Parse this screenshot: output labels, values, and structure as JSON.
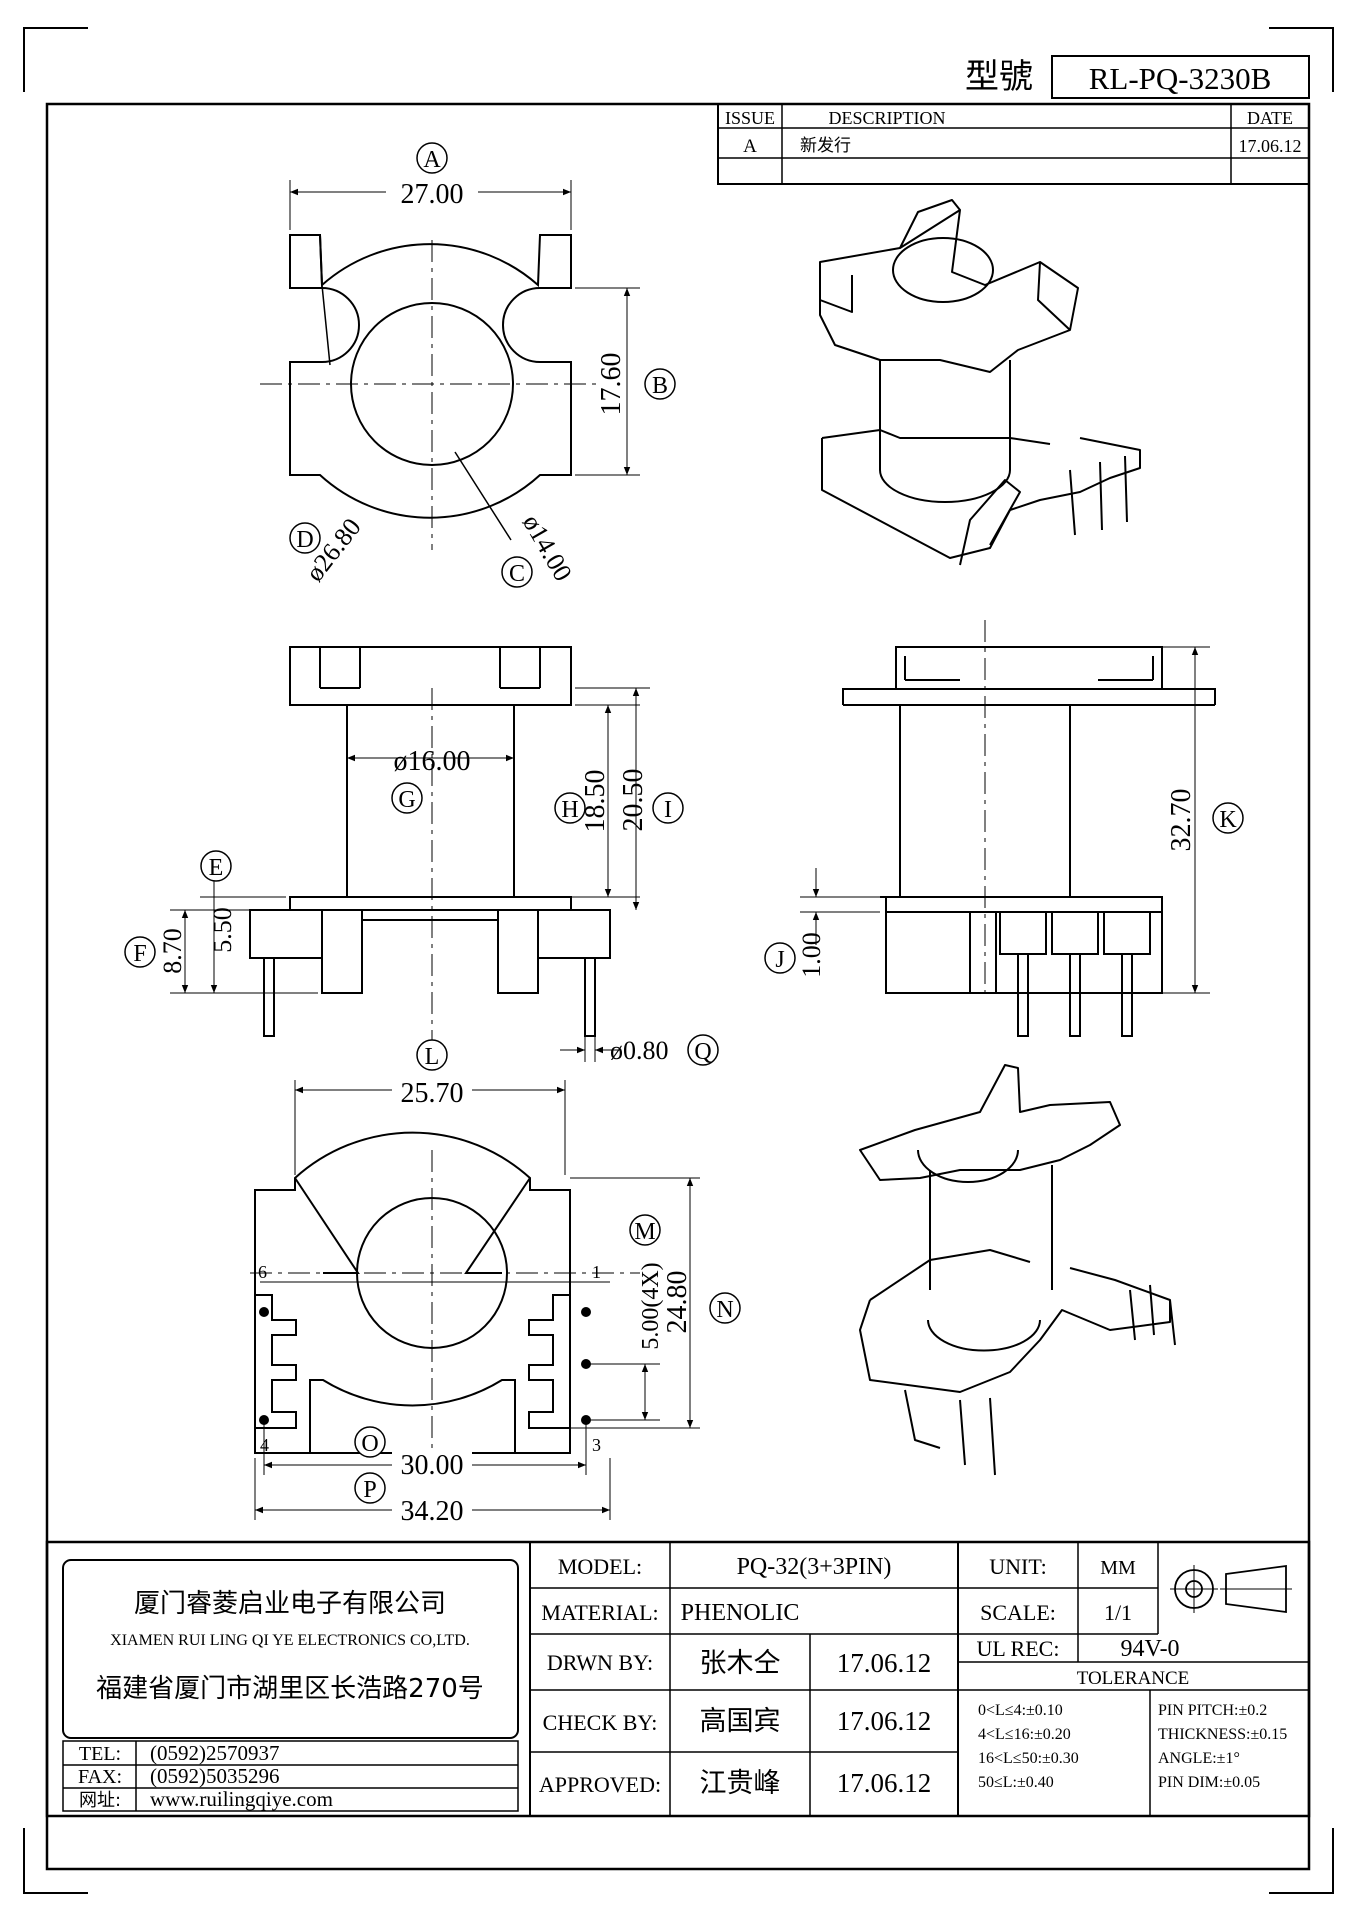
{
  "header": {
    "model_label": "型號",
    "model_no": "RL-PQ-3230B"
  },
  "revision": {
    "col_issue": "ISSUE",
    "col_description": "DESCRIPTION",
    "col_date": "DATE",
    "rows": [
      {
        "issue": "A",
        "description": "新发行",
        "date": "17.06.12"
      }
    ]
  },
  "top_view": {
    "letters": [
      "A",
      "B",
      "C",
      "D"
    ],
    "dims": {
      "A": "27.00",
      "B": "17.60",
      "C": "ø14.00",
      "D": "ø26.80"
    }
  },
  "front_view": {
    "letters": [
      "E",
      "F",
      "G",
      "H",
      "I",
      "Q"
    ],
    "dims": {
      "E": "5.50",
      "F": "8.70",
      "G": "ø16.00",
      "H": "18.50",
      "I": "20.50",
      "Q": "ø0.80"
    }
  },
  "side_view": {
    "letters": [
      "J",
      "K"
    ],
    "dims": {
      "J": "1.00",
      "K": "32.70"
    }
  },
  "bottom_view": {
    "letters": [
      "L",
      "M",
      "N",
      "O",
      "P"
    ],
    "dims": {
      "L": "25.70",
      "M": "5.00(4X)",
      "N": "24.80",
      "O": "30.00",
      "P": "34.20"
    },
    "pins": [
      "6",
      "1",
      "4",
      "3"
    ]
  },
  "company": {
    "name_cn": "厦门睿菱启业电子有限公司",
    "name_en": "XIAMEN RUI LING QI YE ELECTRONICS CO,LTD.",
    "address": "福建省厦门市湖里区长浩路270号",
    "tel_label": "TEL:",
    "tel": "(0592)2570937",
    "fax_label": "FAX:",
    "fax": "(0592)5035296",
    "web_label": "网址:",
    "web": "www.ruilingqiye.com"
  },
  "titleblock": {
    "model_label": "MODEL:",
    "model_value": "PQ-32(3+3PIN)",
    "material_label": "MATERIAL:",
    "material_value": "PHENOLIC",
    "drawn_label": "DRWN BY:",
    "drawn_name": "张木仝",
    "drawn_date": "17.06.12",
    "check_label": "CHECK BY:",
    "check_name": "高国宾",
    "check_date": "17.06.12",
    "approved_label": "APPROVED:",
    "approved_name": "江贵峰",
    "approved_date": "17.06.12",
    "unit_label": "UNIT:",
    "unit_value": "MM",
    "scale_label": "SCALE:",
    "scale_value": "1/1",
    "ul_label": "UL REC:",
    "ul_value": "94V-0",
    "tolerance_label": "TOLERANCE",
    "tol_left": [
      "0<L≤4:±0.10",
      "4<L≤16:±0.20",
      "16<L≤50:±0.30",
      "50≤L:±0.40"
    ],
    "tol_right": [
      "PIN PITCH:±0.2",
      "THICKNESS:±0.15",
      "ANGLE:±1°",
      "PIN DIM:±0.05"
    ]
  }
}
